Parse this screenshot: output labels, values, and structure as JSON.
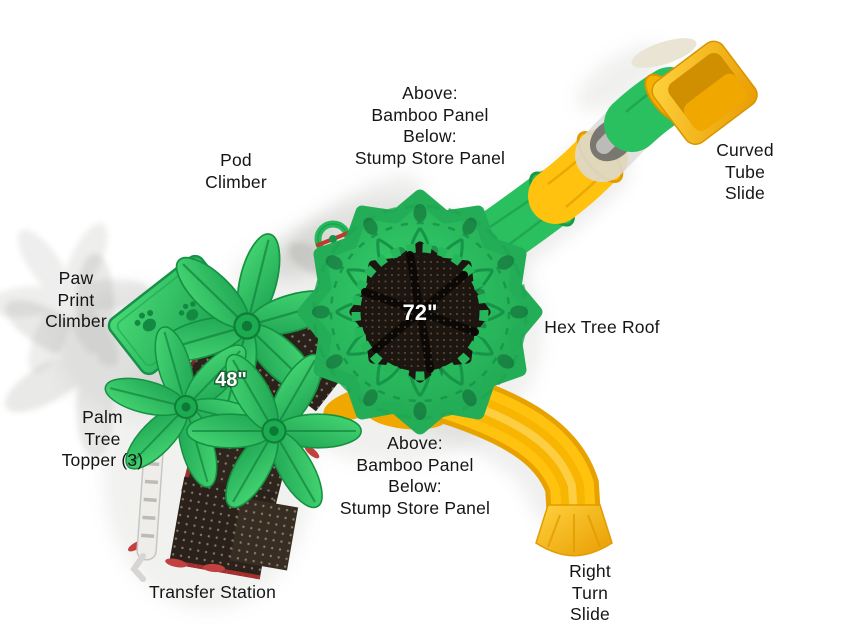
{
  "labels": {
    "top_panel_note": "Above:\nBamboo Panel\nBelow:\nStump Store Panel",
    "pod_climber": "Pod\nClimber",
    "curved_tube_slide": "Curved\nTube\nSlide",
    "paw_print_climber": "Paw\nPrint\nClimber",
    "hex_tree_roof": "Hex Tree Roof",
    "palm_tree_topper": "Palm\nTree\nTopper (3)",
    "bottom_panel_note": "Above:\nBamboo Panel\nBelow:\nStump Store Panel",
    "transfer_station": "Transfer Station",
    "right_turn_slide": "Right\nTurn\nSlide"
  },
  "measurements": {
    "hex_deck_diameter": "72\"",
    "palm_deck_size": "48\""
  },
  "colors": {
    "leaf_green": "#2abf5f",
    "dark_green": "#189a48",
    "slide_yellow": "#ffc20e",
    "slide_yellow_dark": "#e09c00",
    "deck_brown": "#2a211a",
    "accent_red": "#b03030",
    "clear_tube": "#dcdcda",
    "background": "#ffffff",
    "label_text": "#151515"
  }
}
